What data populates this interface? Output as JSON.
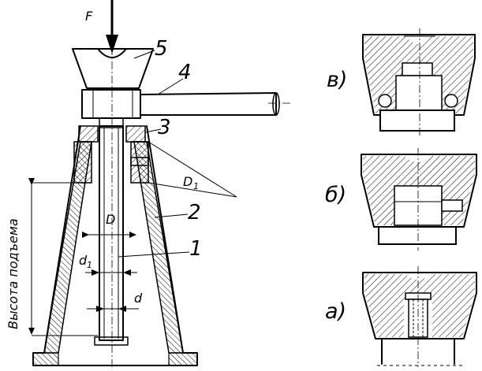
{
  "main_labels": {
    "force": "F",
    "part_5": "5",
    "part_4": "4",
    "part_3": "3",
    "part_2": "2",
    "part_1": "1",
    "dim_D1": "D",
    "dim_D1_sub": "1",
    "dim_D": "D",
    "dim_d1": "d",
    "dim_d1_sub": "1",
    "dim_d": "d",
    "lift_height": "Высота подъема"
  },
  "variant_labels": {
    "view_v": "в)",
    "view_b": "б)",
    "view_a": "а)"
  },
  "colors": {
    "ink": "#000000",
    "background": "#ffffff"
  }
}
